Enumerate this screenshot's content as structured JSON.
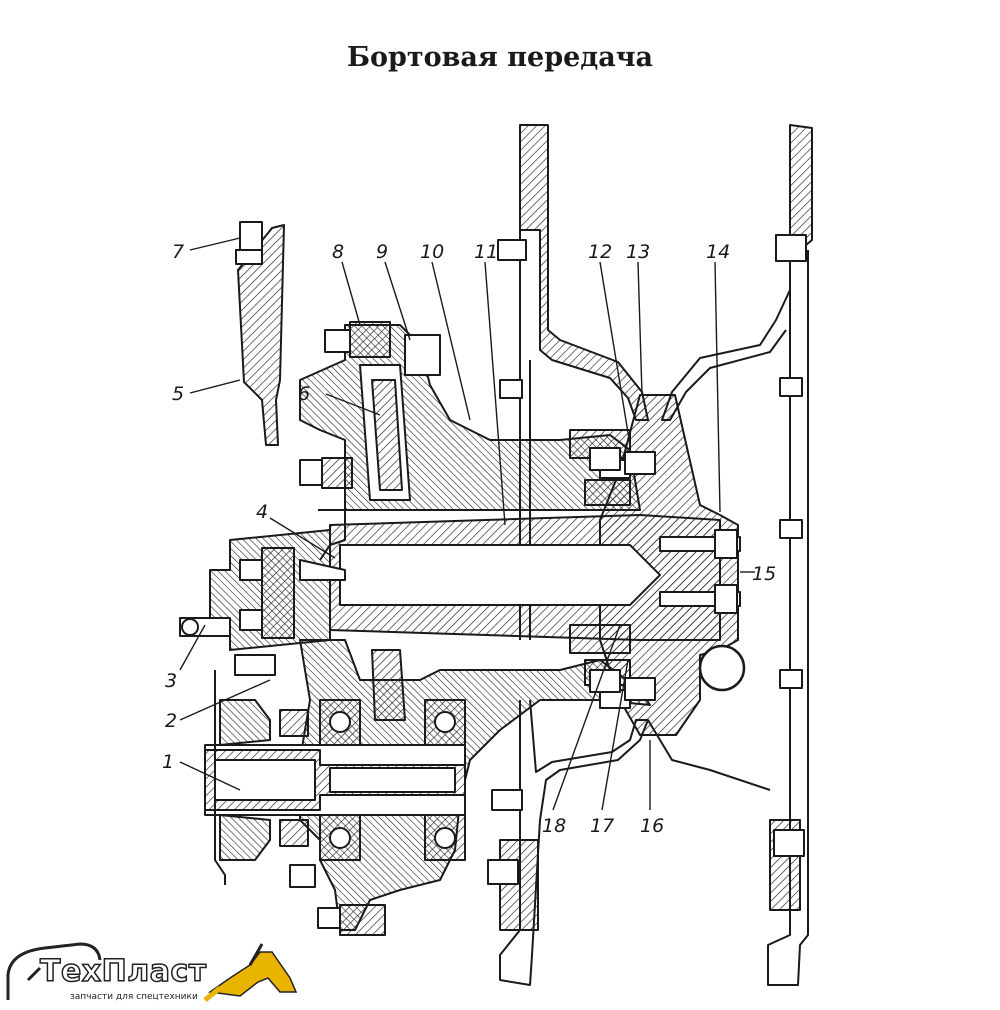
{
  "title": "Бортовая передача",
  "callouts": [
    "1",
    "2",
    "3",
    "4",
    "5",
    "6",
    "7",
    "8",
    "9",
    "10",
    "11",
    "12",
    "13",
    "14",
    "15",
    "16",
    "17",
    "18"
  ],
  "logo": {
    "brand_main": "ТехПласт",
    "brand_sub": "запчасти для спецтехники",
    "accent_color": "#e8b400"
  }
}
